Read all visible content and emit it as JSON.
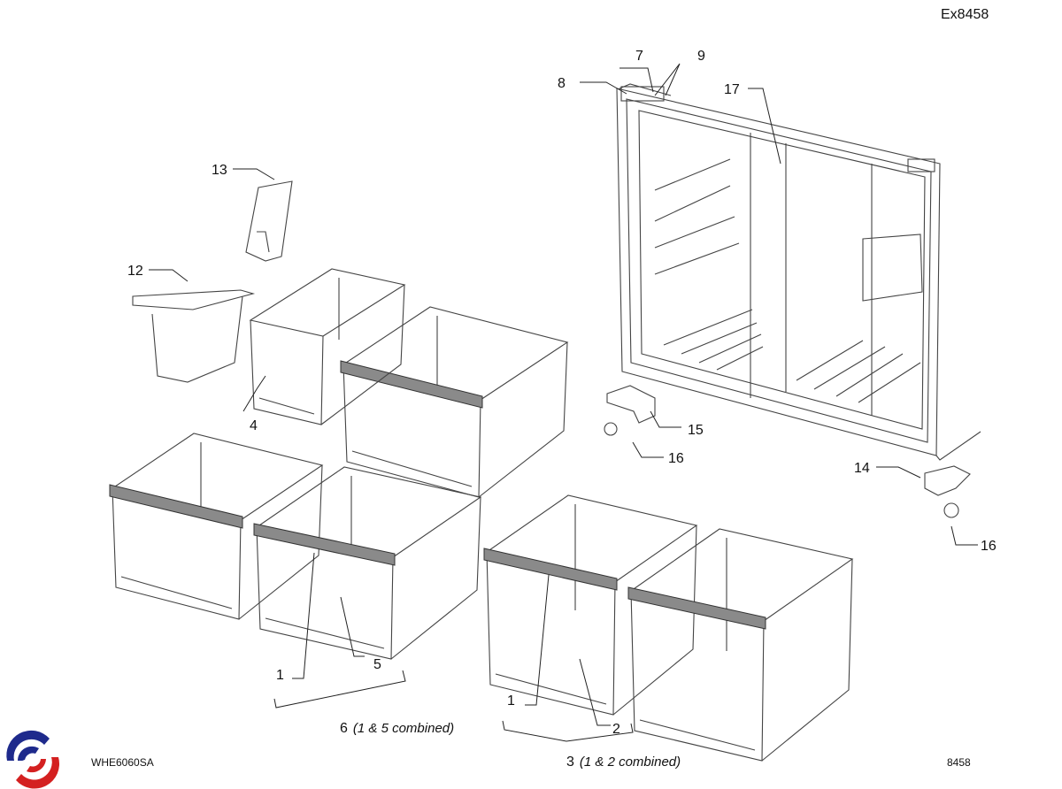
{
  "header": {
    "code": "Ex8458"
  },
  "footer": {
    "model": "WHE6060SA",
    "page_code": "8458",
    "logo_text": "logo"
  },
  "colors": {
    "logo_blue": "#1e2a8c",
    "logo_red": "#d42020",
    "handle_gray": "#8a8a8a"
  },
  "callouts": {
    "c7": "7",
    "c9": "9",
    "c8": "8",
    "c17": "17",
    "c13": "13",
    "c12": "12",
    "c4": "4",
    "c15": "15",
    "c16a": "16",
    "c14": "14",
    "c16b": "16",
    "c1a": "1",
    "c5": "5",
    "c1b": "1",
    "c2": "2"
  },
  "assemblies": {
    "a6": {
      "num": "6",
      "note": "(1 & 5 combined)"
    },
    "a3": {
      "num": "3",
      "note": "(1 & 2 combined)"
    }
  }
}
